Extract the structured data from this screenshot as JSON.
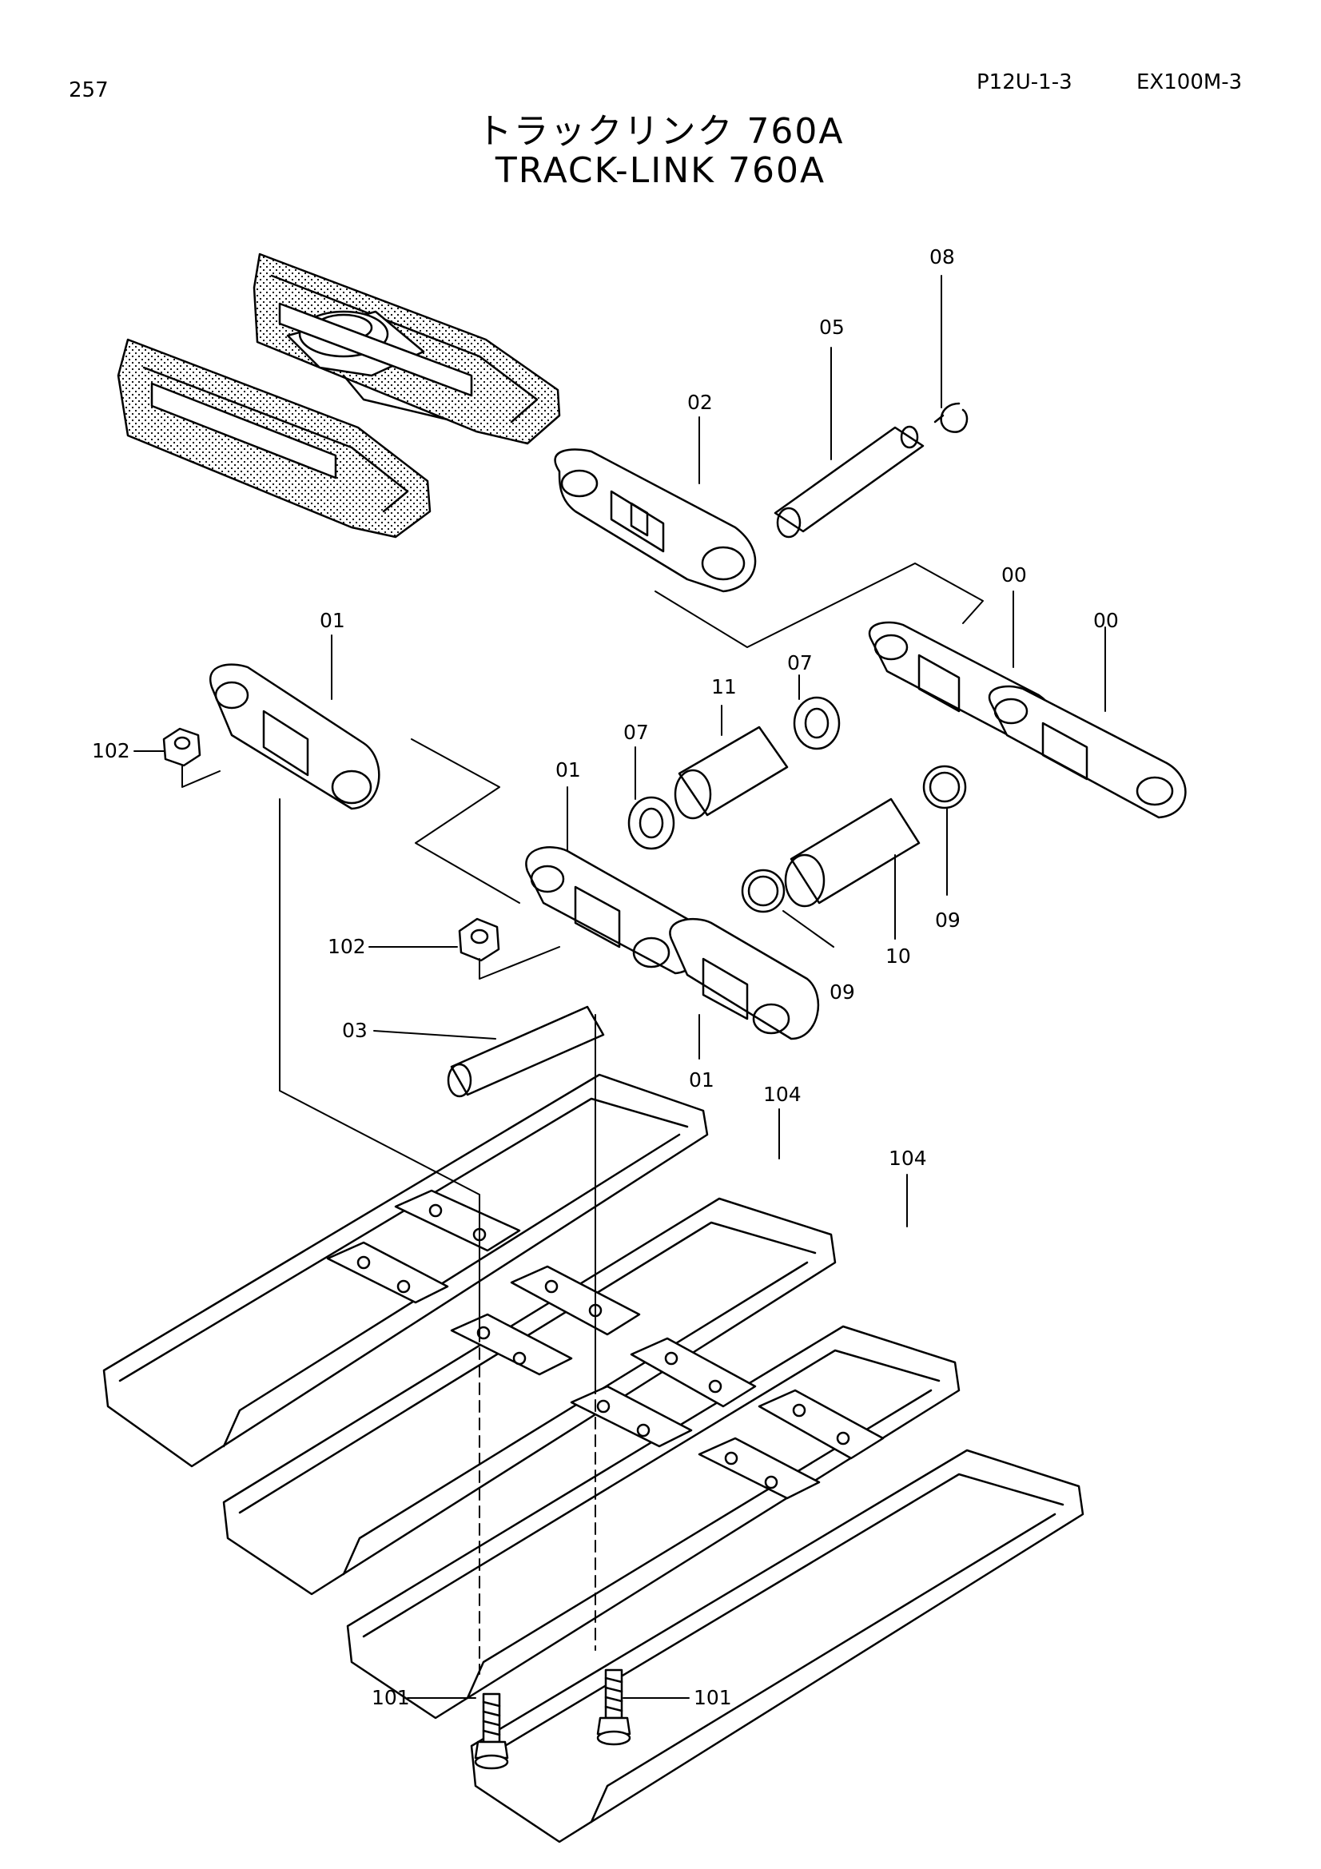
{
  "page_number": "257",
  "figure_code": "P12U-1-3",
  "model": "EX100M-3",
  "title_ja": "トラックリンク 760A",
  "title_en": "TRACK-LINK 760A",
  "callouts": [
    {
      "id": "08",
      "text": "08"
    },
    {
      "id": "05",
      "text": "05"
    },
    {
      "id": "02",
      "text": "02"
    },
    {
      "id": "00a",
      "text": "00"
    },
    {
      "id": "00b",
      "text": "00"
    },
    {
      "id": "01a",
      "text": "01"
    },
    {
      "id": "07a",
      "text": "07"
    },
    {
      "id": "11",
      "text": "11"
    },
    {
      "id": "07b",
      "text": "07"
    },
    {
      "id": "01b",
      "text": "01"
    },
    {
      "id": "102a",
      "text": "102"
    },
    {
      "id": "102b",
      "text": "102"
    },
    {
      "id": "09a",
      "text": "09"
    },
    {
      "id": "10",
      "text": "10"
    },
    {
      "id": "09b",
      "text": "09"
    },
    {
      "id": "03",
      "text": "03"
    },
    {
      "id": "01c",
      "text": "01"
    },
    {
      "id": "104a",
      "text": "104"
    },
    {
      "id": "104b",
      "text": "104"
    },
    {
      "id": "101a",
      "text": "101"
    },
    {
      "id": "101b",
      "text": "101"
    }
  ]
}
